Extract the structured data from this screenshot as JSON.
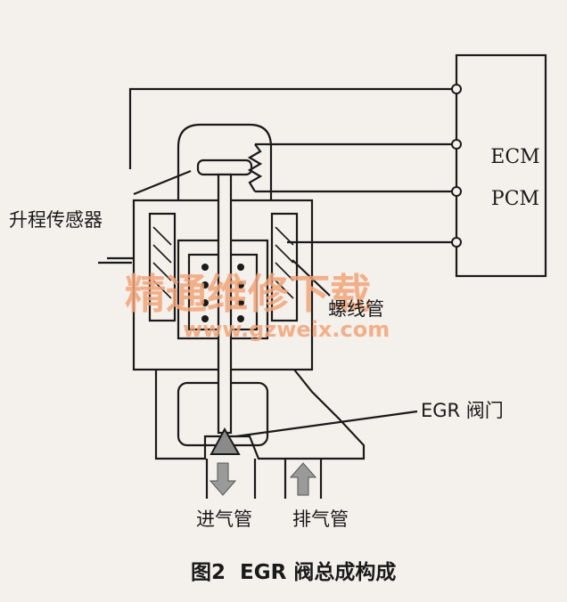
{
  "ecu_box": {
    "line1": "ECM",
    "line2": "PCM"
  },
  "labels": {
    "lift_sensor": "升程传感器",
    "solenoid": "螺线管",
    "egr_valve": "EGR 阀门",
    "intake": "进气管",
    "exhaust": "排气管"
  },
  "caption": "图2  EGR 阀总成构成",
  "watermark": {
    "cn": "精通维修下载",
    "url": "www.gzweix.com"
  },
  "colors": {
    "line": "#1a1a1a",
    "arrow_fill": "#9a9a9a",
    "watermark": "#f2a57a"
  }
}
